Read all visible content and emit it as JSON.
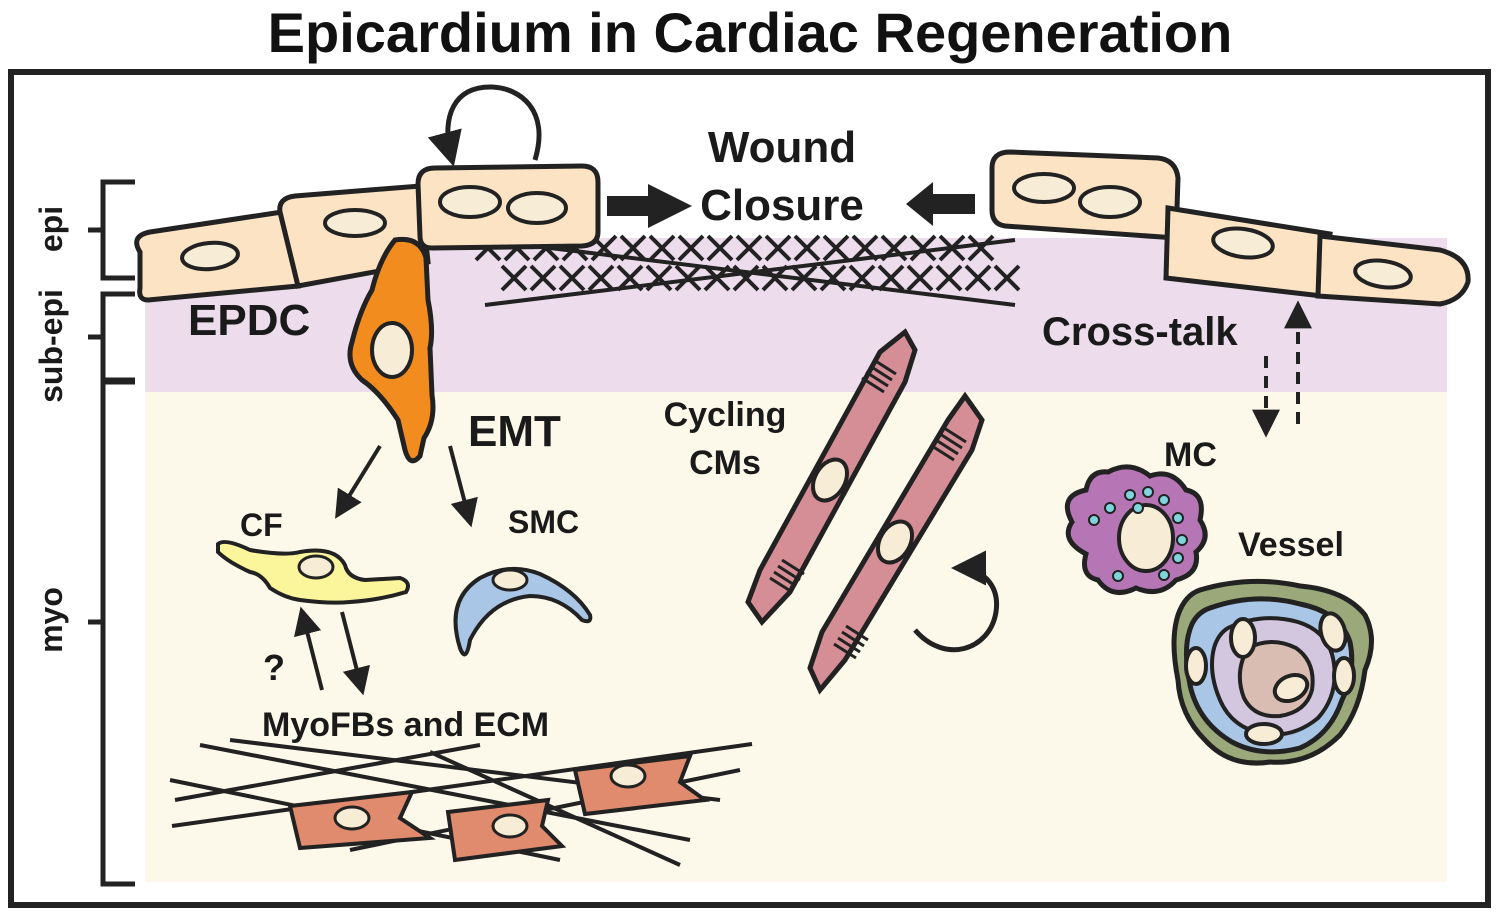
{
  "title": "Epicardium in Cardiac Regeneration",
  "layers": {
    "epi": "epi",
    "subepi": "sub-epi",
    "myo": "myo"
  },
  "labels": {
    "wound_line1": "Wound",
    "wound_line2": "Closure",
    "epdc": "EPDC",
    "emt": "EMT",
    "cf": "CF",
    "smc": "SMC",
    "question": "?",
    "myofbs": "MyoFBs and ECM",
    "cycling_line1": "Cycling",
    "cycling_line2": "CMs",
    "crosstalk": "Cross-talk",
    "mc": "MC",
    "vessel": "Vessel"
  },
  "colors": {
    "subepi_band": "#ecdcec",
    "myo_band": "#fdf9ea",
    "epicardial_cell": "#fbe3c4",
    "epdc": "#f28c1e",
    "cf": "#fbf59c",
    "smc": "#a9c6e6",
    "cardiomyocyte": "#d58e96",
    "myofibroblast": "#e08b6d",
    "macrophage": "#b676b6",
    "macrophage_granule": "#7fd5dc",
    "vessel_outer": "#9aa87a",
    "vessel_mid": "#a9c6e6",
    "vessel_inner": "#d3c6df",
    "vessel_lumen": "#d9bcb2",
    "nucleus": "#f7ecd6",
    "outline": "#222222"
  }
}
